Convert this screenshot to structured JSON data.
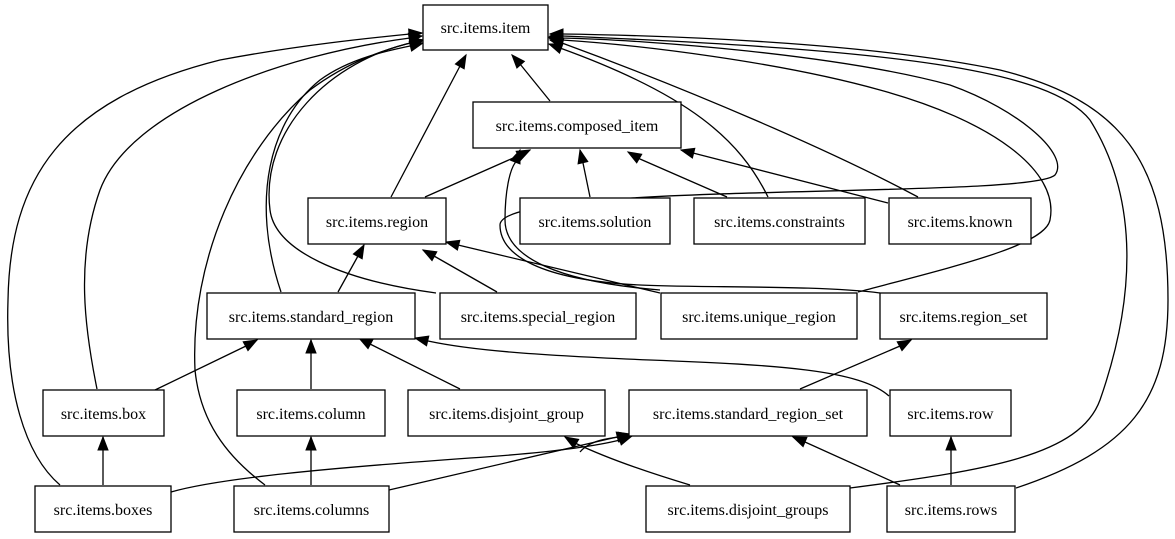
{
  "diagram": {
    "type": "dependency-graph",
    "colors": {
      "line": "#000000",
      "fill": "#ffffff"
    },
    "nodes": {
      "item": "src.items.item",
      "composed_item": "src.items.composed_item",
      "region": "src.items.region",
      "solution": "src.items.solution",
      "constraints": "src.items.constraints",
      "known": "src.items.known",
      "standard_region": "src.items.standard_region",
      "special_region": "src.items.special_region",
      "unique_region": "src.items.unique_region",
      "region_set": "src.items.region_set",
      "box": "src.items.box",
      "column": "src.items.column",
      "disjoint_group": "src.items.disjoint_group",
      "standard_region_set": "src.items.standard_region_set",
      "row": "src.items.row",
      "boxes": "src.items.boxes",
      "columns": "src.items.columns",
      "disjoint_groups": "src.items.disjoint_groups",
      "rows": "src.items.rows"
    },
    "edges": [
      {
        "from": "composed_item",
        "to": "item"
      },
      {
        "from": "region",
        "to": "item"
      },
      {
        "from": "region",
        "to": "composed_item"
      },
      {
        "from": "solution",
        "to": "composed_item"
      },
      {
        "from": "constraints",
        "to": "composed_item"
      },
      {
        "from": "constraints",
        "to": "item"
      },
      {
        "from": "known",
        "to": "composed_item"
      },
      {
        "from": "known",
        "to": "item"
      },
      {
        "from": "standard_region",
        "to": "item"
      },
      {
        "from": "standard_region",
        "to": "region"
      },
      {
        "from": "special_region",
        "to": "item"
      },
      {
        "from": "special_region",
        "to": "region"
      },
      {
        "from": "unique_region",
        "to": "region"
      },
      {
        "from": "unique_region",
        "to": "item"
      },
      {
        "from": "region_set",
        "to": "item"
      },
      {
        "from": "region_set",
        "to": "composed_item"
      },
      {
        "from": "box",
        "to": "item"
      },
      {
        "from": "box",
        "to": "standard_region"
      },
      {
        "from": "column",
        "to": "standard_region"
      },
      {
        "from": "disjoint_group",
        "to": "standard_region"
      },
      {
        "from": "standard_region_set",
        "to": "region_set"
      },
      {
        "from": "row",
        "to": "standard_region"
      },
      {
        "from": "boxes",
        "to": "item"
      },
      {
        "from": "boxes",
        "to": "box"
      },
      {
        "from": "boxes",
        "to": "standard_region_set"
      },
      {
        "from": "columns",
        "to": "item"
      },
      {
        "from": "columns",
        "to": "column"
      },
      {
        "from": "columns",
        "to": "standard_region_set"
      },
      {
        "from": "disjoint_groups",
        "to": "item"
      },
      {
        "from": "disjoint_groups",
        "to": "disjoint_group"
      },
      {
        "from": "disjoint_groups",
        "to": "standard_region_set"
      },
      {
        "from": "rows",
        "to": "item"
      },
      {
        "from": "rows",
        "to": "row"
      },
      {
        "from": "rows",
        "to": "standard_region_set"
      }
    ]
  }
}
